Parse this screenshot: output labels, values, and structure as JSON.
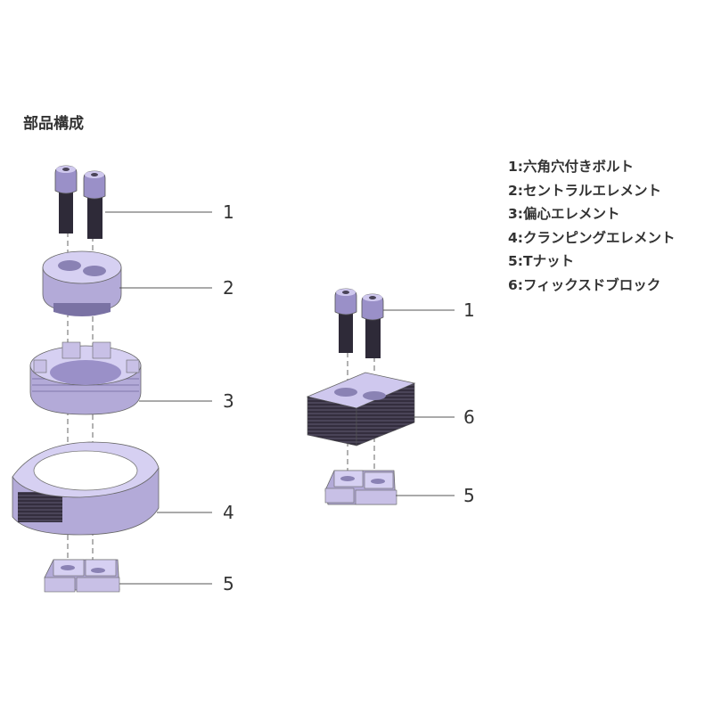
{
  "title": "部品構成",
  "legend": [
    {
      "num": "1",
      "label": "六角穴付きボルト"
    },
    {
      "num": "2",
      "label": "セントラルエレメント"
    },
    {
      "num": "3",
      "label": "偏心エレメント"
    },
    {
      "num": "4",
      "label": "クランピングエレメント"
    },
    {
      "num": "5",
      "label": "Tナット"
    },
    {
      "num": "6",
      "label": "フィックスドブロック"
    }
  ],
  "callouts": {
    "left": [
      "1",
      "2",
      "3",
      "4",
      "5"
    ],
    "right": [
      "1",
      "6",
      "5"
    ]
  },
  "colors": {
    "part_face": "#c8c0e6",
    "part_shadow": "#8a82b4",
    "part_dark": "#3a3546",
    "bolt_shank": "#2e2a38",
    "text": "#333333"
  }
}
